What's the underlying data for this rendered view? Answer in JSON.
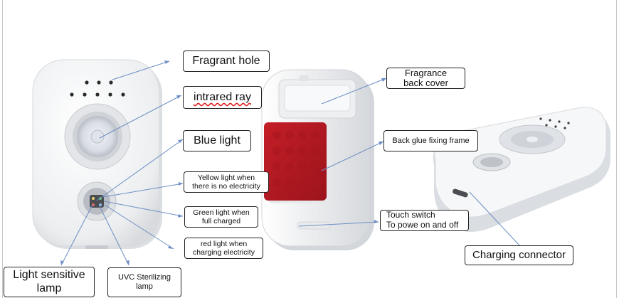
{
  "labels": {
    "fragrant_hole": "Fragrant hole",
    "infrared_ray": "intrared ray",
    "blue_light": "Blue light",
    "yellow_light": [
      "Yellow light when",
      "there is no electricity"
    ],
    "green_light": [
      "Green light when",
      "full charged"
    ],
    "red_light": [
      "red light when",
      "charging electricity"
    ],
    "light_sensitive_lamp": [
      "Light sensitive",
      "lamp"
    ],
    "uvc_lamp": [
      "UVC Sterilizing",
      "lamp"
    ],
    "fragrance_back_cover": [
      "Fragrance",
      "back cover"
    ],
    "back_glue_frame": "Back glue fixing frame",
    "touch_switch": [
      "Touch switch",
      "To powe on and off"
    ],
    "charging_connector": "Charging connector"
  },
  "colors": {
    "arrow": "#6d8fc4",
    "glue_pad": "#b01a22",
    "device_body": "#f4f5f6"
  }
}
